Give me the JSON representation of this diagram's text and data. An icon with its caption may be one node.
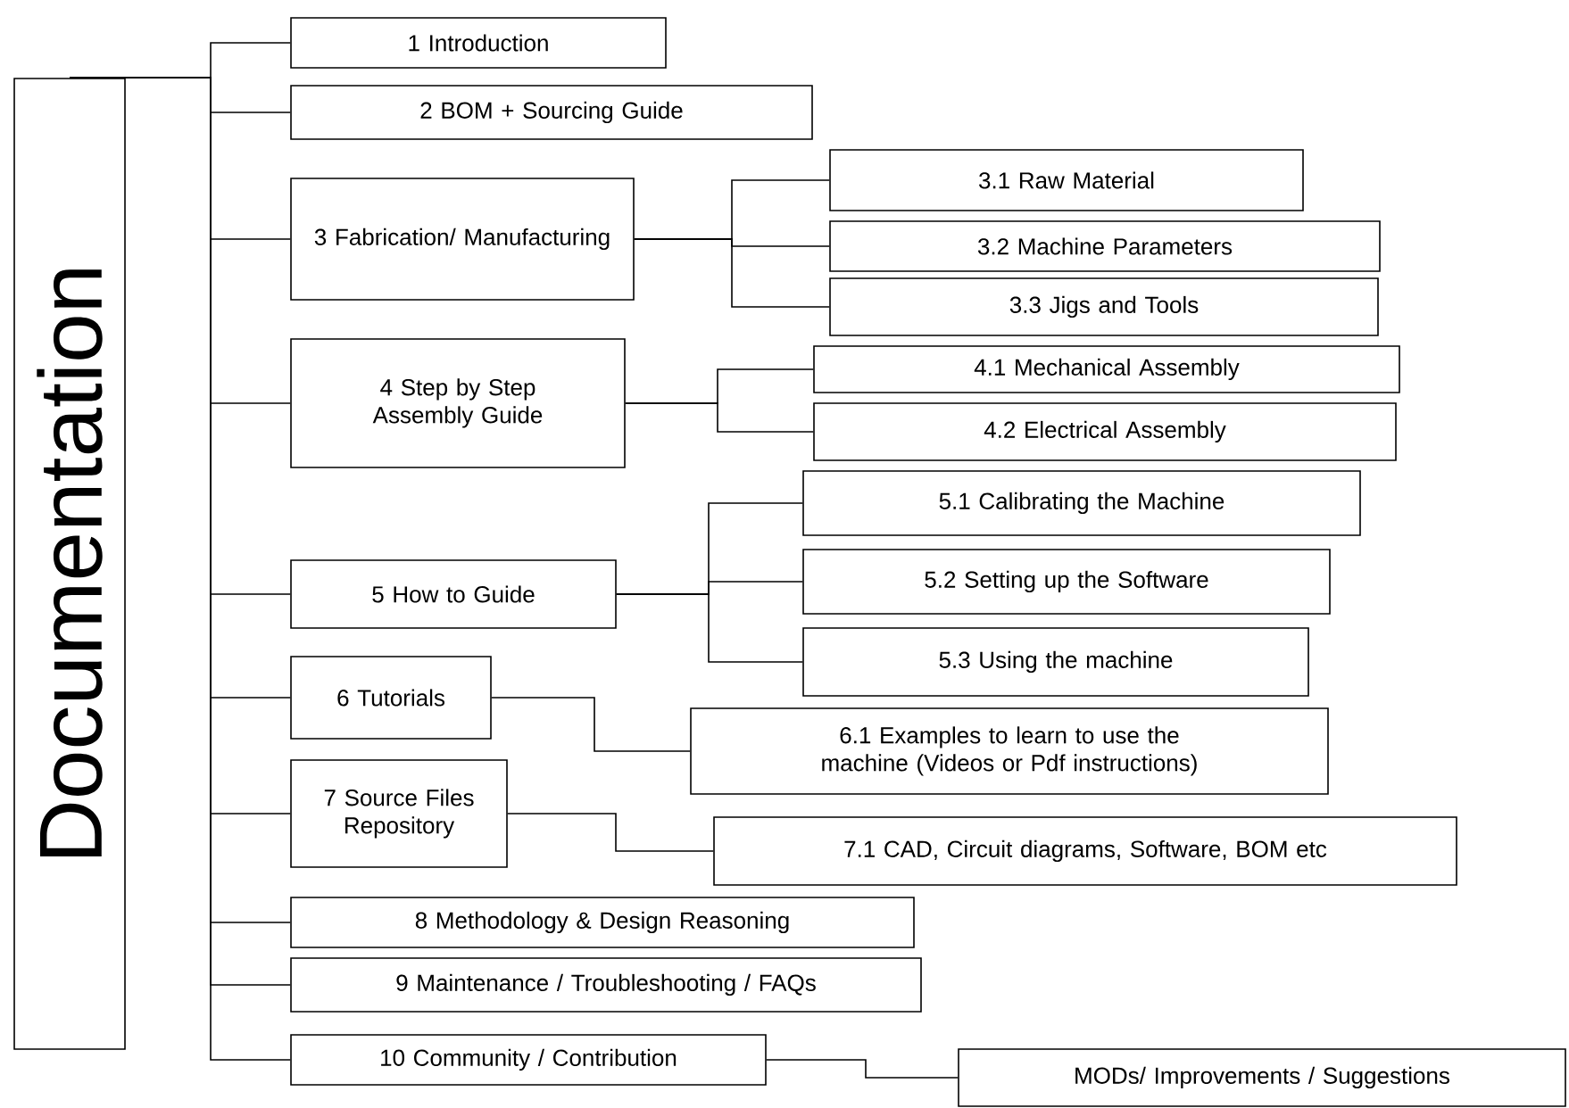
{
  "diagram": {
    "nodes": [
      {
        "text": [
          "Documentation"
        ]
      },
      {
        "text": [
          "1 Introduction"
        ]
      },
      {
        "text": [
          "2 BOM + Sourcing Guide"
        ]
      },
      {
        "text": [
          "3 Fabrication/ Manufacturing"
        ]
      },
      {
        "text": [
          "3.1 Raw Material"
        ]
      },
      {
        "text": [
          "3.2 Machine Parameters"
        ]
      },
      {
        "text": [
          "3.3 Jigs and Tools"
        ]
      },
      {
        "text": [
          "4 Step by Step Assembly Guide"
        ]
      },
      {
        "text": [
          "4.1 Mechanical Assembly"
        ]
      },
      {
        "text": [
          "4.2 Electrical Assembly"
        ]
      },
      {
        "text": [
          "5 How to Guide"
        ]
      },
      {
        "text": [
          "5.1 Calibrating the Machine"
        ]
      },
      {
        "text": [
          "5.2 Setting up the Software"
        ]
      },
      {
        "text": [
          "5.3 Using the machine"
        ]
      },
      {
        "text": [
          "6 Tutorials"
        ]
      },
      {
        "text": [
          "6.1 Examples to learn to use the machine (Videos or Pdf instructions)"
        ]
      },
      {
        "text": [
          "7 Source Files Repository"
        ]
      },
      {
        "text": [
          "7.1 CAD, Circuit diagrams, Software, BOM etc"
        ]
      },
      {
        "text": [
          "8 Methodology & Design Reasoning"
        ]
      },
      {
        "text": [
          "9 Maintenance / Troubleshooting / FAQs"
        ]
      },
      {
        "text": [
          "10 Community / Contribution"
        ]
      },
      {
        "text": [
          "MODs/ Improvements / Suggestions"
        ]
      }
    ],
    "edges": [
      {
        "from": 0,
        "to": 1,
        "arrow": "none"
      },
      {
        "from": 0,
        "to": 2,
        "arrow": "none"
      },
      {
        "from": 0,
        "to": 3,
        "arrow": "none"
      },
      {
        "from": 0,
        "to": 7,
        "arrow": "none"
      },
      {
        "from": 0,
        "to": 10,
        "arrow": "none"
      },
      {
        "from": 0,
        "to": 14,
        "arrow": "none"
      },
      {
        "from": 0,
        "to": 16,
        "arrow": "none"
      },
      {
        "from": 0,
        "to": 18,
        "arrow": "none"
      },
      {
        "from": 0,
        "to": 19,
        "arrow": "none"
      },
      {
        "from": 0,
        "to": 20,
        "arrow": "none"
      },
      {
        "from": 3,
        "to": 4,
        "arrow": "none"
      },
      {
        "from": 3,
        "to": 5,
        "arrow": "none"
      },
      {
        "from": 3,
        "to": 6,
        "arrow": "none"
      },
      {
        "from": 7,
        "to": 8,
        "arrow": "none"
      },
      {
        "from": 7,
        "to": 9,
        "arrow": "none"
      },
      {
        "from": 10,
        "to": 11,
        "arrow": "none"
      },
      {
        "from": 10,
        "to": 12,
        "arrow": "none"
      },
      {
        "from": 10,
        "to": 13,
        "arrow": "none"
      },
      {
        "from": 14,
        "to": 15,
        "arrow": "none"
      },
      {
        "from": 16,
        "to": 17,
        "arrow": "none"
      },
      {
        "from": 20,
        "to": 21,
        "arrow": "none"
      }
    ]
  }
}
